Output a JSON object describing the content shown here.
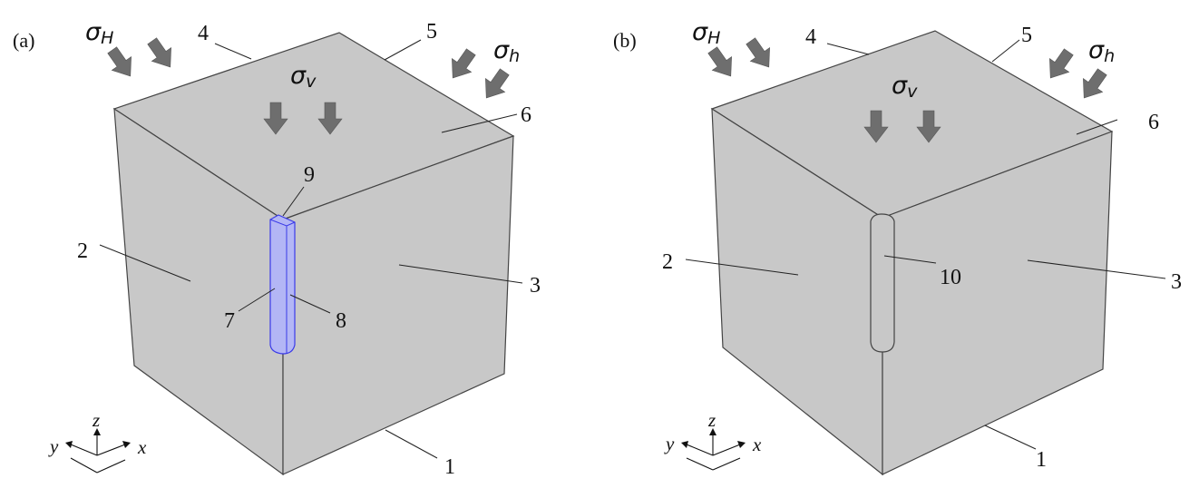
{
  "panels": [
    {
      "id": "a",
      "panel_label": "(a)",
      "stress_labels": {
        "sigma_H": "H",
        "sigma_h": "h",
        "sigma_v": "v"
      },
      "stress_symbol": "σ",
      "face_labels": [
        "1",
        "2",
        "3",
        "4",
        "5",
        "6"
      ],
      "fracture_labels": [
        "7",
        "8",
        "9"
      ],
      "fracture_color": "#b3b6f5",
      "fracture_stroke": "#3a3ae8",
      "axes": {
        "x": "x",
        "y": "y",
        "z": "z"
      }
    },
    {
      "id": "b",
      "panel_label": "(b)",
      "stress_labels": {
        "sigma_H": "H",
        "sigma_h": "h",
        "sigma_v": "v"
      },
      "stress_symbol": "σ",
      "face_labels": [
        "1",
        "2",
        "3",
        "4",
        "5",
        "6"
      ],
      "fracture_labels": [
        "10"
      ],
      "axes": {
        "x": "x",
        "y": "y",
        "z": "z"
      }
    }
  ],
  "colors": {
    "block_face": "#c8c8c8",
    "arrow": "#6e6e6e"
  }
}
